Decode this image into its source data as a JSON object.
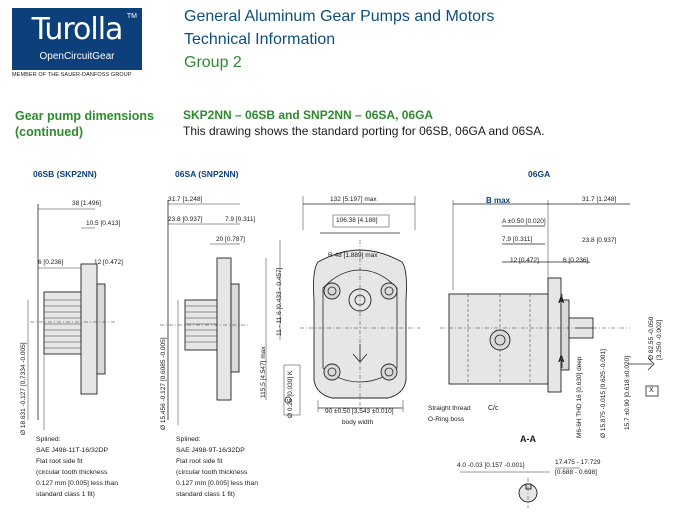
{
  "header": {
    "logo_brand": "Turolla",
    "logo_tm": "TM",
    "logo_sub": "OpenCircuitGear",
    "logo_caption": "MEMBER OF THE SAUER-DANFOSS GROUP",
    "title_line1": "General Aluminum Gear Pumps and Motors",
    "title_line2": "Technical Information",
    "title_line3": "Group 2"
  },
  "section": {
    "label_line1": "Gear pump dimensions",
    "label_line2": "(continued)",
    "subtitle": "SKP2NN – 06SB and SNP2NN – 06SA, 06GA",
    "description": "This drawing shows the standard porting for 06SB, 06GA and 06SA."
  },
  "views": {
    "v1_title": "06SB (SKP2NN)",
    "v2_title": "06SA (SNP2NN)",
    "v3_title": "06GA"
  },
  "dims": {
    "d38": "38 [1.496]",
    "d10_5": "10.5 [0.413]",
    "d6a": "6 [0.236]",
    "d12a": "12 [0.472]",
    "d31_7a": "31.7 [1.248]",
    "d23_8a": "23.8 [0.937]",
    "d7_9a": "7.9 [0.311]",
    "d20": "20 [0.787]",
    "d132": "132 [5.197] max",
    "d106": "106.38 [4.188]",
    "dR48": "R 48 [1.889] max",
    "d11_6": "11 - 11.6 [0.433 - 0.457]",
    "d115": "115.5 [4.547] max",
    "d90": "90 ±0.50 [3.543 ±0.010]",
    "body_width": "body width",
    "flat": "Ø 0.25 [0.030] K",
    "bmax": "B max",
    "d31_7b": "31.7 [1.248]",
    "amax": "A ±0.50 [0.020]",
    "d7_9b": "7.9 [0.311]",
    "d23_8b": "23.8 [0.937]",
    "d12b": "12 [0.472]",
    "d6b": "6 [0.236]",
    "secA1": "A",
    "secA2": "A",
    "cc": "C/c",
    "straight_thread": "Straight thread",
    "oring": "O-Ring boss",
    "m6": "M6-6H THD 16 [0.630] deep",
    "d15_875": "Ø 15.875 -0.015 [0.625 -0.001]",
    "d15_7": "15.7 ±0.90 [0.618 ±0.020]",
    "d82_55": "Ø 82.55 -0.050",
    "d82_55b": "[3.250 -0.002]",
    "x_mark": "X",
    "aa": "A-A",
    "d4": "4.0 -0.03 [0.157 -0.001]",
    "d17": "17.475 - 17.729",
    "d17b": "[0.688 - 0.698]",
    "shaft1": "Ø 18.631 -0.127 [0.7334 -0.005]",
    "shaft2": "Ø 15.456 -0.127 [0.6085 -0.005]"
  },
  "notes": {
    "n1_line1": "Splined:",
    "n1_line2": "SAE J498-11T-16/32DP",
    "n1_line3": "Flat root side fit",
    "n1_line4": "(circular tooth thickness",
    "n1_line5": "0.127 mm [0.005] less than",
    "n1_line6": "standard class 1 fit)",
    "n2_line1": "Splined:",
    "n2_line2": "SAE J498-9T-16/32DP",
    "n2_line3": "Flat root side fit",
    "n2_line4": "(circular tooth thickness",
    "n2_line5": "0.127 mm [0.005] less than",
    "n2_line6": "standard class 1 fit)"
  }
}
